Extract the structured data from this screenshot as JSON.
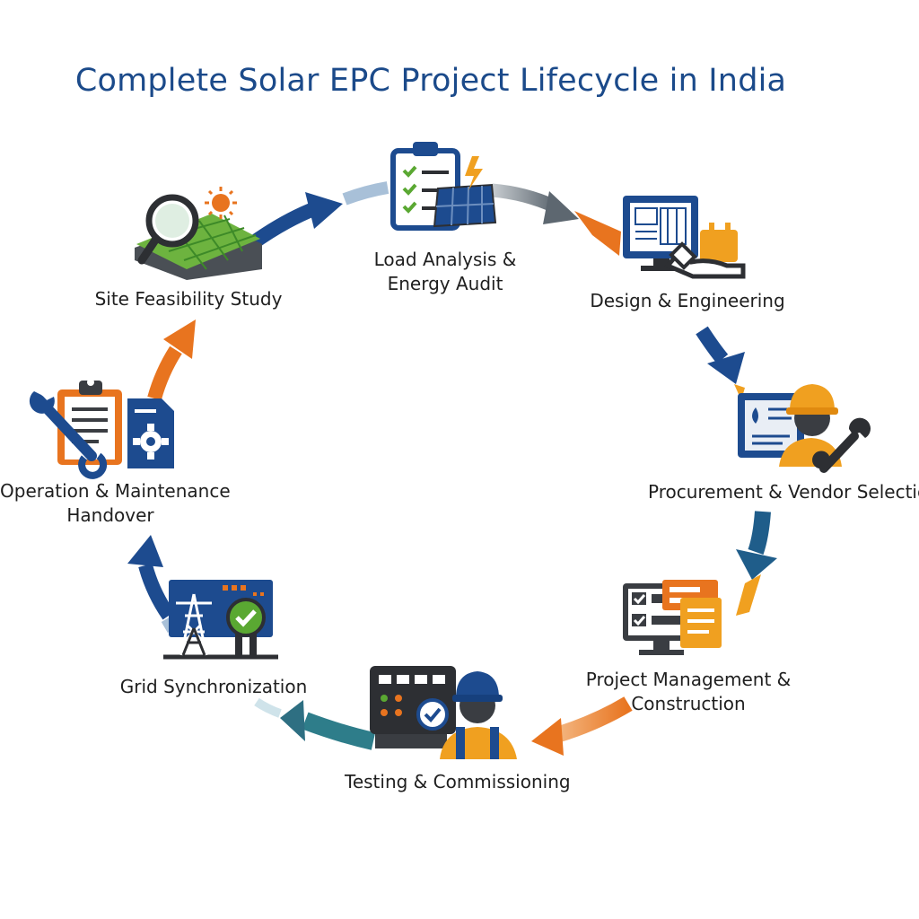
{
  "title": "Complete Solar EPC Project Lifecycle in India",
  "stages": [
    {
      "id": "site",
      "label": "Site Feasibility Study"
    },
    {
      "id": "load",
      "label_line1": "Load Analysis &",
      "label_line2": "Energy Audit"
    },
    {
      "id": "design",
      "label": "Design & Engineering"
    },
    {
      "id": "procurement",
      "label": "Procurement & Vendor Selectic"
    },
    {
      "id": "pm",
      "label_line1": "Project Management &",
      "label_line2": "Construction"
    },
    {
      "id": "testing",
      "label": "Testing & Commissioning"
    },
    {
      "id": "grid",
      "label": "Grid Synchronization"
    },
    {
      "id": "om",
      "label_line1": "Operation & Maintenance",
      "label_line2": "Handover"
    }
  ],
  "icons": [
    "magnifier-map-sun-icon",
    "clipboard-solar-panel-icon",
    "monitor-blueprint-hand-icon",
    "worker-wrench-icon",
    "checklist-documents-icon",
    "control-panel-worker-icon",
    "transmission-tower-check-icon",
    "clipboard-wrench-gear-icon"
  ],
  "colors": {
    "title": "#1b4a8a",
    "navy": "#1d4b8f",
    "orange": "#e8741f",
    "teal": "#2e7d8a",
    "gray": "#5d6770",
    "green": "#5aa832",
    "amber": "#f0a020"
  }
}
